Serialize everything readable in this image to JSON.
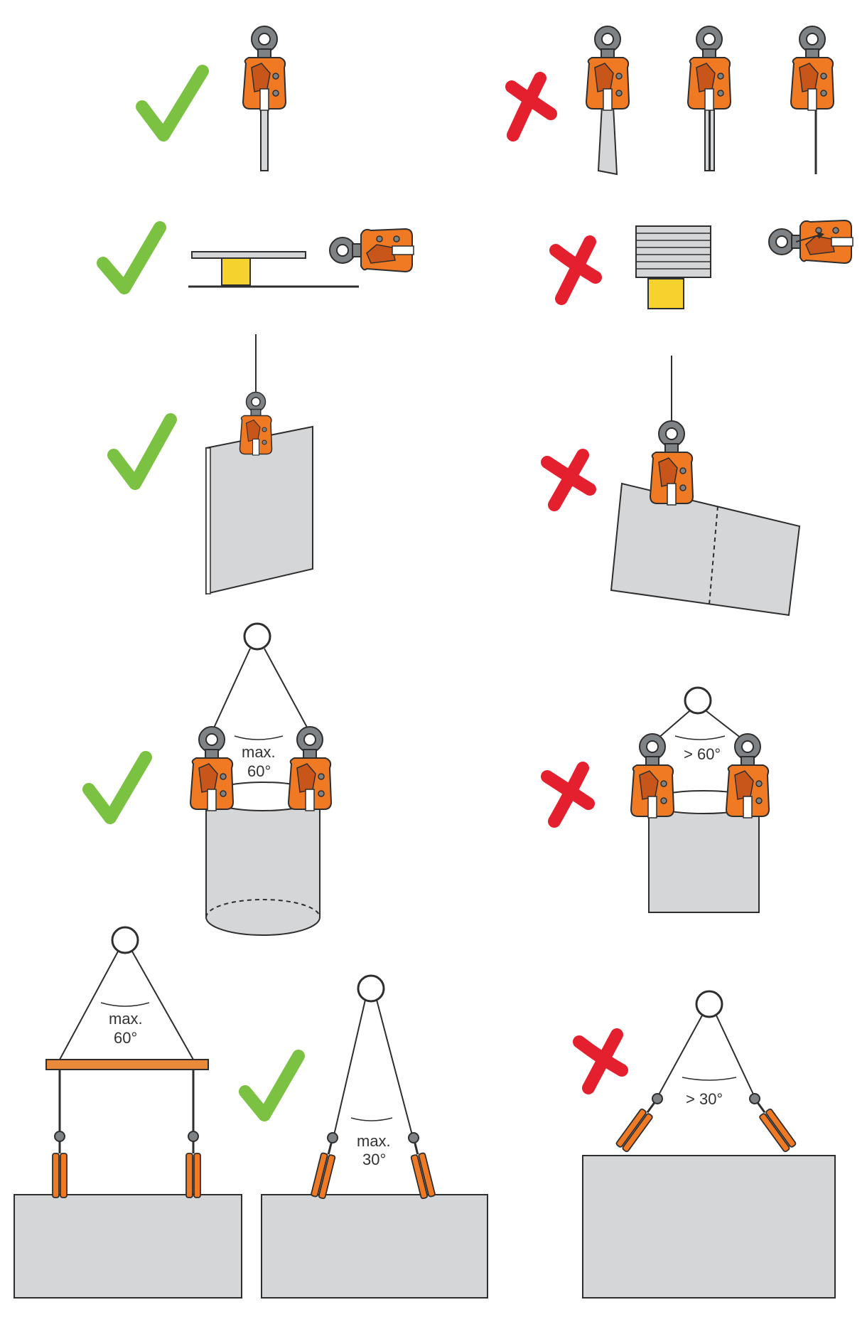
{
  "colors": {
    "check": "#7cc242",
    "cross": "#e5202e",
    "clamp_orange": "#f07a24",
    "clamp_dark": "#c8561a",
    "eye_grey": "#7f8285",
    "plate_grey": "#d5d6d8",
    "line": "#2e2e2e",
    "beam": "#e98a3a",
    "block_yellow": "#f6d22e"
  },
  "icons": {
    "ok": "check-mark-icon",
    "not_ok": "cross-mark-icon"
  },
  "angle_labels": {
    "r4_ok_max": "max.",
    "r4_ok_val": "60°",
    "r4_bad": "> 60°",
    "r5_beam_max": "max.",
    "r5_beam_val": "60°",
    "r5_pair_max": "max.",
    "r5_pair_val": "30°",
    "r5_bad": "> 30°"
  }
}
